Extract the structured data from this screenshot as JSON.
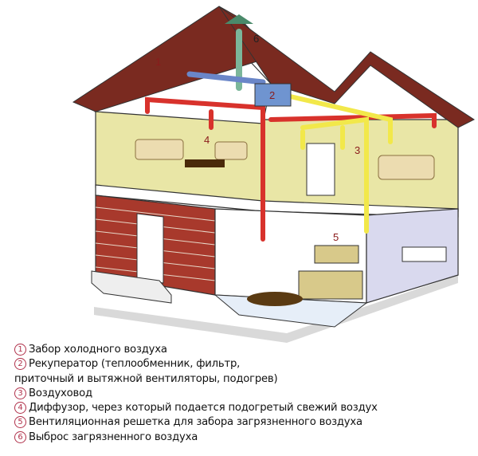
{
  "diagram": {
    "markers": [
      "1",
      "2",
      "3",
      "4",
      "5",
      "6"
    ],
    "colors": {
      "roof": "#7a2a20",
      "wall_yellow": "#e9e6a6",
      "brick": "#a8392c",
      "supply_duct": "#d8322c",
      "extract_duct": "#f2e84a",
      "intake_duct": "#6a86c8",
      "exhaust_duct": "#7bb69a",
      "recuperator": "#6f94d0"
    }
  },
  "legend": [
    {
      "num": "1",
      "text": "Забор холодного воздуха"
    },
    {
      "num": "2",
      "text": "Рекуператор (теплообменник, фильтр,"
    },
    {
      "num": "",
      "text": "приточный и вытяжной вентиляторы, подогрев)"
    },
    {
      "num": "3",
      "text": "Воздуховод"
    },
    {
      "num": "4",
      "text": "Диффузор, через который подается подогретый свежий воздух"
    },
    {
      "num": "5",
      "text": "Вентиляционная решетка для забора загрязненного воздуха"
    },
    {
      "num": "6",
      "text": "Выброс загрязненного воздуха"
    }
  ]
}
